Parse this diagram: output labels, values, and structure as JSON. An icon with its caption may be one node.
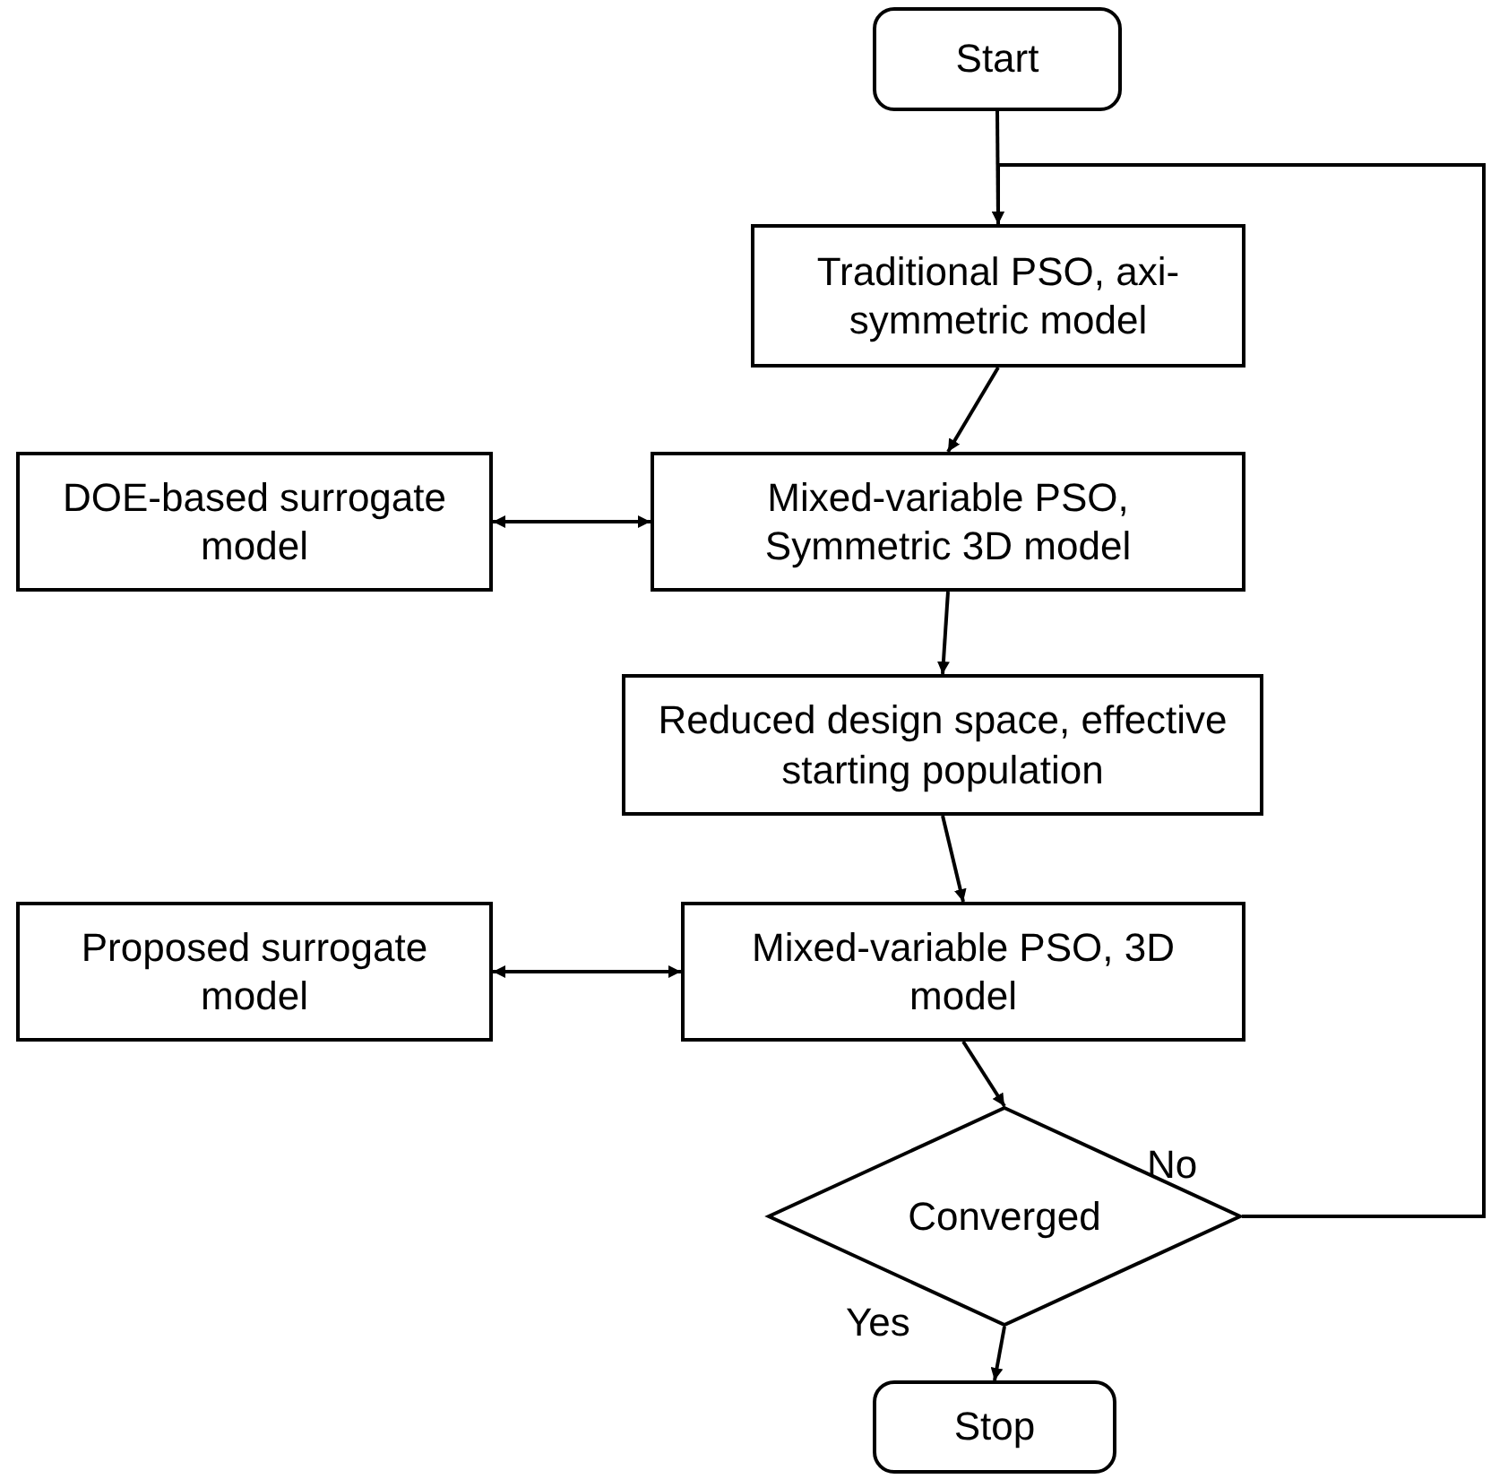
{
  "diagram": {
    "nodes": [
      {
        "text": [
          "Start"
        ]
      },
      {
        "text": [
          "Traditional PSO, axi-symmetric model"
        ]
      },
      {
        "text": [
          "DOE-based surrogate model"
        ]
      },
      {
        "text": [
          "Mixed-variable PSO, Symmetric 3D model"
        ]
      },
      {
        "text": [
          "Reduced design space, effective starting population"
        ]
      },
      {
        "text": [
          "Proposed surrogate model"
        ]
      },
      {
        "text": [
          "Mixed-variable PSO, 3D model"
        ]
      },
      {
        "text": [
          "Converged"
        ]
      },
      {
        "text": [
          "Stop"
        ]
      }
    ],
    "edges": [
      {
        "from": 0,
        "to": 1,
        "arrow": "to"
      },
      {
        "from": 7,
        "to": 1,
        "arrow": "to",
        "label": "No"
      },
      {
        "from": 1,
        "to": 3,
        "arrow": "to"
      },
      {
        "from": 2,
        "to": 3,
        "arrow": "both"
      },
      {
        "from": 3,
        "to": 4,
        "arrow": "to"
      },
      {
        "from": 4,
        "to": 6,
        "arrow": "to"
      },
      {
        "from": 5,
        "to": 6,
        "arrow": "both"
      },
      {
        "from": 6,
        "to": 7,
        "arrow": "to"
      },
      {
        "from": 7,
        "to": 8,
        "arrow": "to",
        "label": "Yes"
      }
    ]
  }
}
